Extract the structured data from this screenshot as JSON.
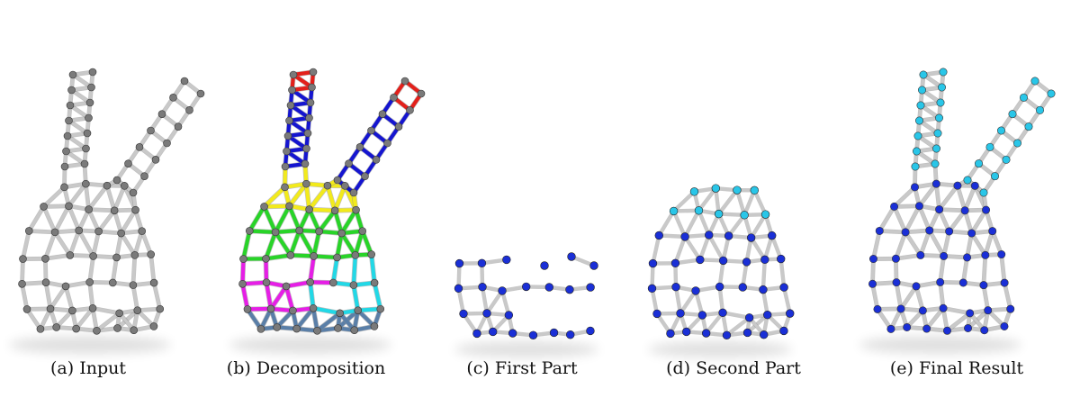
{
  "figure": {
    "panels": [
      {
        "id": "a",
        "caption": "(a) Input",
        "scheme": "grey"
      },
      {
        "id": "b",
        "caption": "(b) Decomposition",
        "scheme": "segmented"
      },
      {
        "id": "c",
        "caption": "(c) First Part",
        "scheme": "blue-nodes"
      },
      {
        "id": "d",
        "caption": "(d) Second Part",
        "scheme": "blue-nodes"
      },
      {
        "id": "e",
        "caption": "(e) Final Result",
        "scheme": "blue-cyan-nodes"
      }
    ],
    "colors": {
      "strut": "#c9c9c9",
      "strut_dark": "#8e8e8e",
      "node_grey": "#7a7a7a",
      "node_blue": "#1a2fd6",
      "node_cyan": "#29c6e8",
      "seg_red": "#e3201b",
      "seg_blue": "#1515d0",
      "seg_yellow": "#f2ea1c",
      "seg_green": "#28d428",
      "seg_magenta": "#e61ee6",
      "seg_cyan": "#22d8e6",
      "seg_olive": "#8a8f4a",
      "seg_steel": "#5a7fa8"
    }
  }
}
